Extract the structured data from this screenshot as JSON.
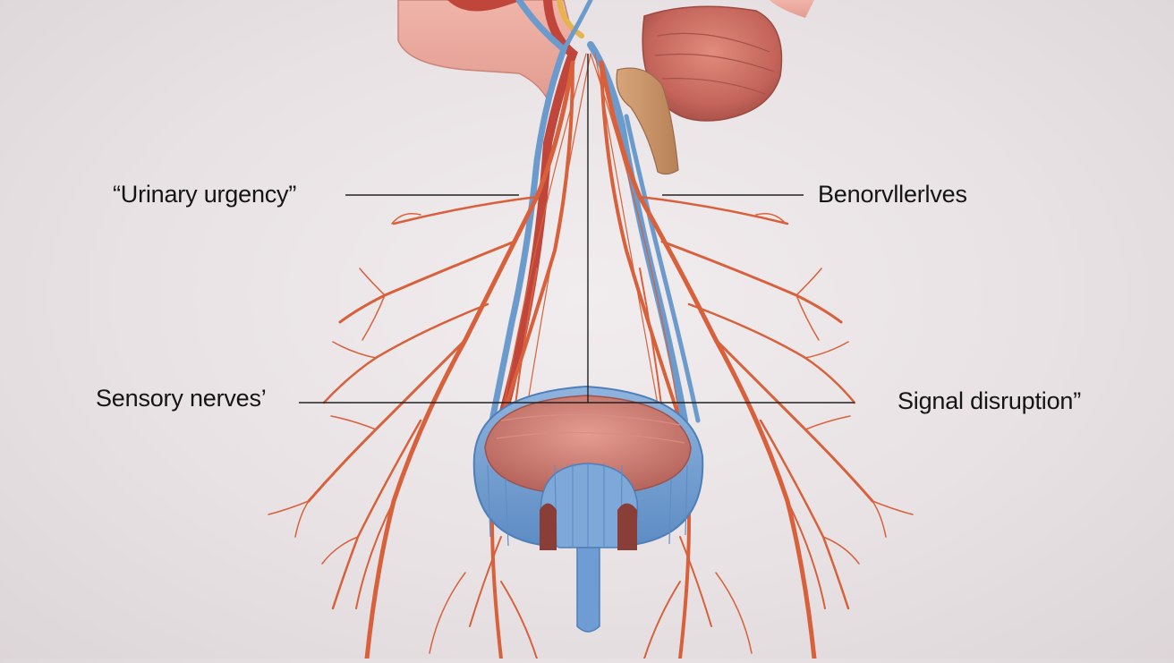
{
  "diagram": {
    "labels": {
      "top_left": "“Urinary urgency”",
      "top_right": "Benorvllerlves",
      "bottom_left": "Sensory nerves’",
      "bottom_right": "Signal disruption”"
    },
    "colors": {
      "background": "#ebe5e7",
      "nerve": "#d8613c",
      "vessel": "#6b9acd",
      "bladder_inner": "#c97a72",
      "bladder_outer": "#78a3d4",
      "organ": "#c86a5c",
      "leader_line": "#222222"
    },
    "icons": [
      "bladder-icon",
      "nerve-tree-icon",
      "kidney-organ-icon"
    ]
  }
}
